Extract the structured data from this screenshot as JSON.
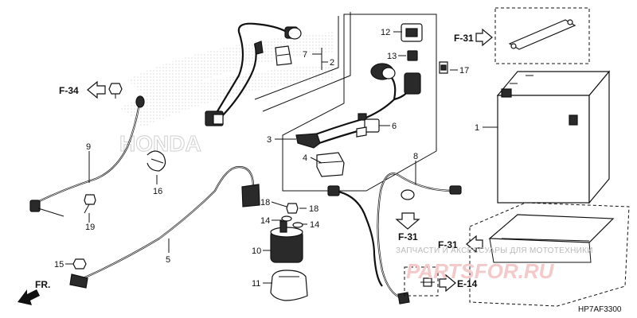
{
  "callouts": {
    "c1": "1",
    "c2": "2",
    "c3": "3",
    "c4": "4",
    "c5": "5",
    "c6": "6",
    "c7": "7",
    "c8": "8",
    "c9": "9",
    "c10": "10",
    "c11": "11",
    "c12": "12",
    "c13": "13",
    "c14a": "14",
    "c14b": "14",
    "c15": "15",
    "c16": "16",
    "c17": "17",
    "c18a": "18",
    "c18b": "18",
    "c19": "19"
  },
  "references": {
    "f34": "F-34",
    "f31_top": "F-31",
    "f31_mid": "F-31",
    "f31_right": "F-31",
    "e14": "E-14",
    "fr": "FR."
  },
  "watermark": {
    "text": "ЗАПЧАСТИ И АКСЕССУАРЫ ДЛЯ МОТОТЕХНИКИ",
    "brand": "PARTSFOR.RU"
  },
  "diagram_code": "HP7AF3300",
  "colors": {
    "line": "#111111",
    "watermark": "#b9b9b9",
    "watermark_brand": "#f3c9c9"
  }
}
